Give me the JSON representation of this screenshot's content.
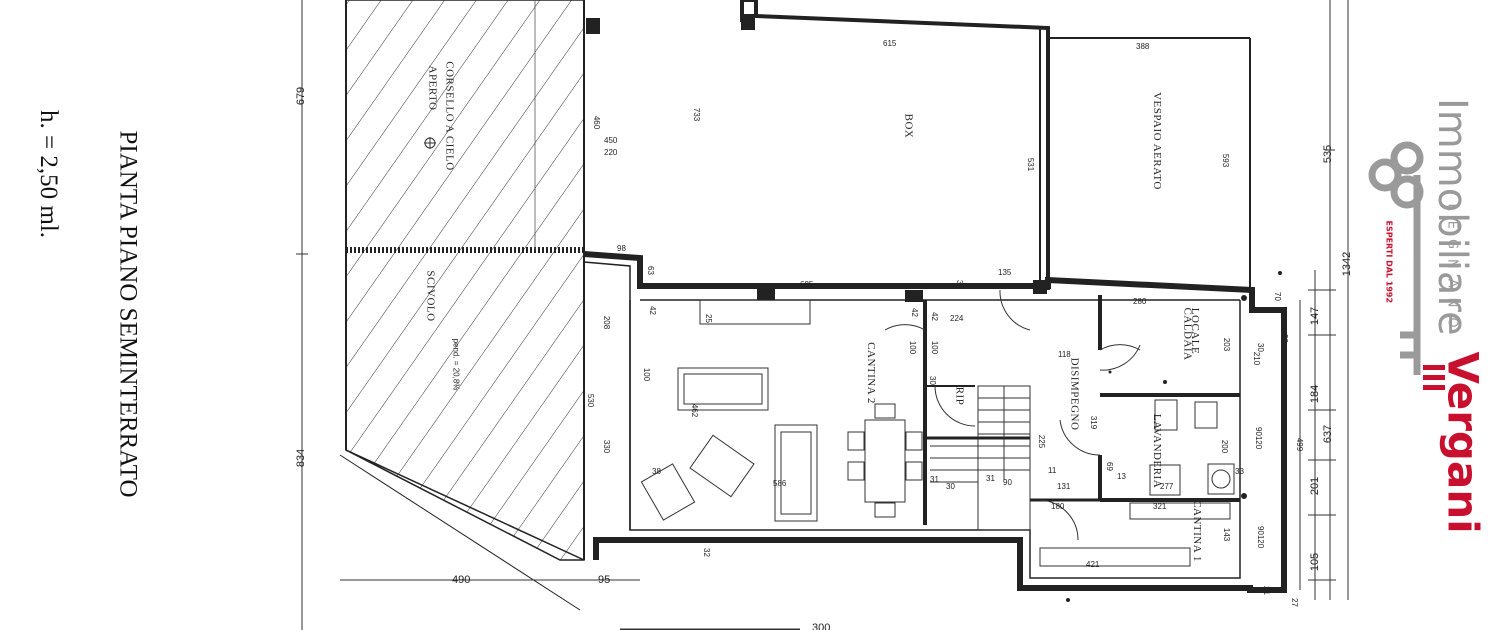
{
  "plan": {
    "title": "PIANTA PIANO SEMINTERRATO",
    "height_label": "h. = 2,50 ml."
  },
  "rooms": {
    "corsello_1": "CORSELLO A CIELO",
    "corsello_2": "APERTO",
    "scivolo": "SCIVOLO",
    "scivolo_pend": "pend. = 20,8%",
    "box": "BOX",
    "vespaio": "VESPAIO AERATO",
    "cantina2": "CANTINA 2",
    "rip": "RIP",
    "disimpegno": "DISIMPEGNO",
    "locale_1": "LOCALE",
    "locale_2": "CALDAIA",
    "lavanderia": "LAVANDERIA",
    "cantina1": "CANTINA 1"
  },
  "dims": {
    "d615": "615",
    "d388": "388",
    "d733": "733",
    "d460": "460",
    "d450": "450",
    "d220": "220",
    "d531": "531",
    "d593": "593",
    "d98": "98",
    "d63": "63",
    "d685": "685",
    "d30a": "30",
    "d135": "135",
    "d42a": "42",
    "d25": "25",
    "d208": "208",
    "d530": "530",
    "d42b": "42",
    "d42c": "42",
    "d224": "224",
    "d100a": "100",
    "d100b": "100",
    "d30b": "30",
    "d280": "280",
    "d203": "203",
    "d118": "118",
    "d30c": "30",
    "d210": "210",
    "d70": "70",
    "d20": "20",
    "d462": "462",
    "d330": "330",
    "d319": "319",
    "d225": "225",
    "d90a": "90",
    "d120a": "120",
    "d200": "200",
    "d11": "11",
    "d586": "586",
    "d38": "38",
    "d31a": "31",
    "d30d": "30",
    "d31b": "31",
    "d90b": "90",
    "d131": "131",
    "d69": "69",
    "d13": "13",
    "d277": "277",
    "d33": "33",
    "d321": "321",
    "d180": "180",
    "d143": "143",
    "d90c": "90",
    "d120b": "120",
    "d32": "32",
    "d421": "421",
    "d21": "21",
    "d27": "27",
    "d100c": "100"
  },
  "outer_dims": {
    "d679": "679",
    "d834": "834",
    "d490": "490",
    "d95": "95",
    "d535": "535",
    "d1342": "1342",
    "d147": "147",
    "d184": "184",
    "d637": "637",
    "d201": "201",
    "d105": "105",
    "d499": "499",
    "d300": "300"
  },
  "logo": {
    "immobiliare": "Immobiliare",
    "vergani": "Vergani",
    "legnano": "LEGNANO",
    "esperti": "ESPERTI DAL 1992",
    "brand_color": "#c8102e",
    "grey_color": "#9a9a9a",
    "icon": "key-icon"
  }
}
